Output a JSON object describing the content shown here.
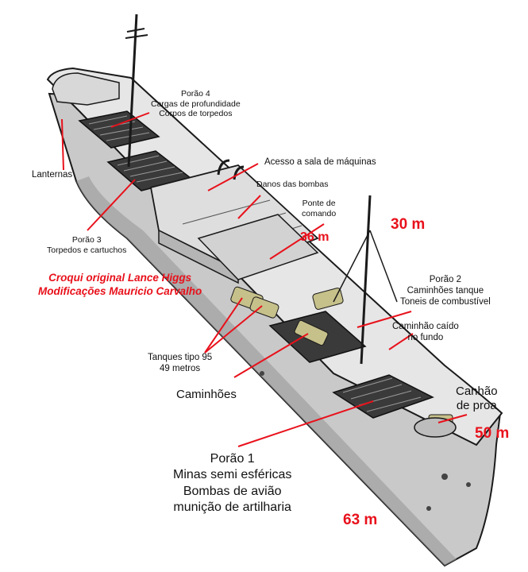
{
  "labels": {
    "porao4": {
      "line1": "Porão 4",
      "line2": "Cargas de profundidade",
      "line3": "Corpos de torpedos"
    },
    "lanternas": "Lanternas",
    "acesso": "Acesso a sala de máquinas",
    "danos": "Danos das bombas",
    "ponte": {
      "line1": "Ponte de",
      "line2": "comando"
    },
    "porao3": {
      "line1": "Porão 3",
      "line2": "Torpedos e cartuchos"
    },
    "porao2": {
      "line1": "Porão 2",
      "line2": "Caminhões tanque",
      "line3": "Toneis de combustível"
    },
    "caminhao_caido": {
      "line1": "Caminhão caído",
      "line2": "no fundo"
    },
    "tanques": {
      "line1": "Tanques tipo 95",
      "line2": "49 metros"
    },
    "caminhoes": "Caminhões",
    "canhao": {
      "line1": "Canhão",
      "line2": "de proa"
    },
    "porao1": {
      "line1": "Porão 1",
      "line2": "Minas semi esféricas",
      "line3": "Bombas de avião",
      "line4": "munição de artilharia"
    }
  },
  "credit": {
    "line1": "Croqui original Lance Higgs",
    "line2": "Modificações Mauricio Carvalho"
  },
  "depths": {
    "d30": "30 m",
    "d36": "36 m",
    "d50": "50 m",
    "d63": "63 m"
  },
  "colors": {
    "accent_red": "#e8111b",
    "hull": "#c9c9c9",
    "hull_dark": "#9a9a9a",
    "deck": "#e6e6e6",
    "tank": "#c6c08a",
    "outline": "#1a1a1a"
  }
}
